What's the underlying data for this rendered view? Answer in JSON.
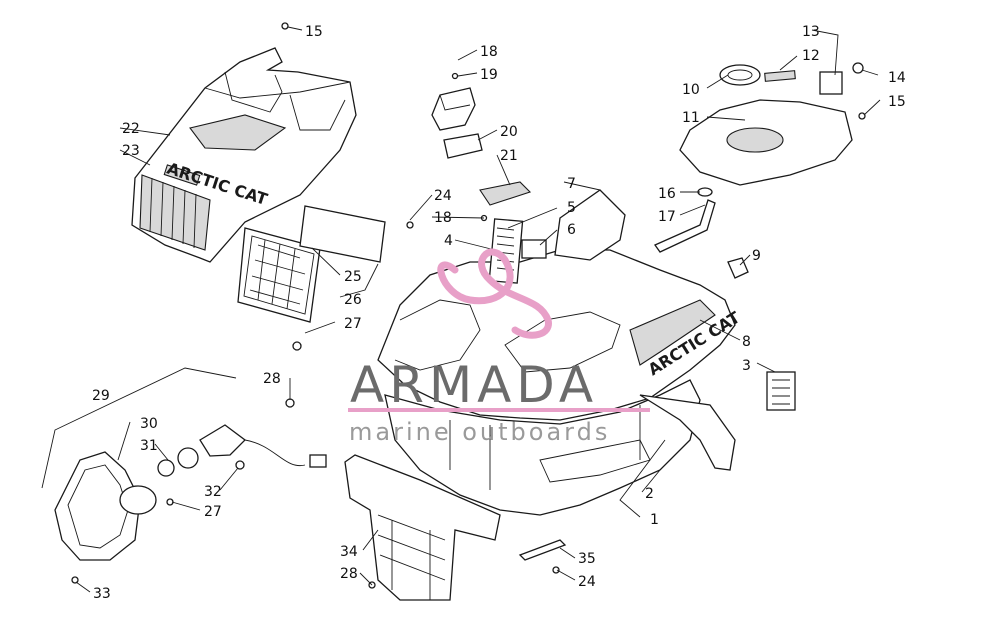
{
  "diagram": {
    "callouts": {
      "c1": "1",
      "c2": "2",
      "c3": "3",
      "c4": "4",
      "c5": "5",
      "c6": "6",
      "c7": "7",
      "c8": "8",
      "c9": "9",
      "c10": "10",
      "c11": "11",
      "c12": "12",
      "c13": "13",
      "c14": "14",
      "c15a": "15",
      "c15b": "15",
      "c16": "16",
      "c17": "17",
      "c18a": "18",
      "c18b": "18",
      "c19": "19",
      "c20": "20",
      "c21": "21",
      "c22": "22",
      "c23": "23",
      "c24a": "24",
      "c24b": "24",
      "c25": "25",
      "c26": "26",
      "c27a": "27",
      "c27b": "27",
      "c28a": "28",
      "c28b": "28",
      "c29": "29",
      "c30": "30",
      "c31": "31",
      "c32": "32",
      "c33": "33",
      "c34": "34",
      "c35": "35"
    },
    "decals": {
      "fender_logo": "ARCTIC CAT",
      "hood_logo": "ARCTIC CAT"
    }
  },
  "watermark": {
    "brand": "ARMADA",
    "tagline": "marine outboards",
    "brand_color": "#e8a0c8"
  }
}
